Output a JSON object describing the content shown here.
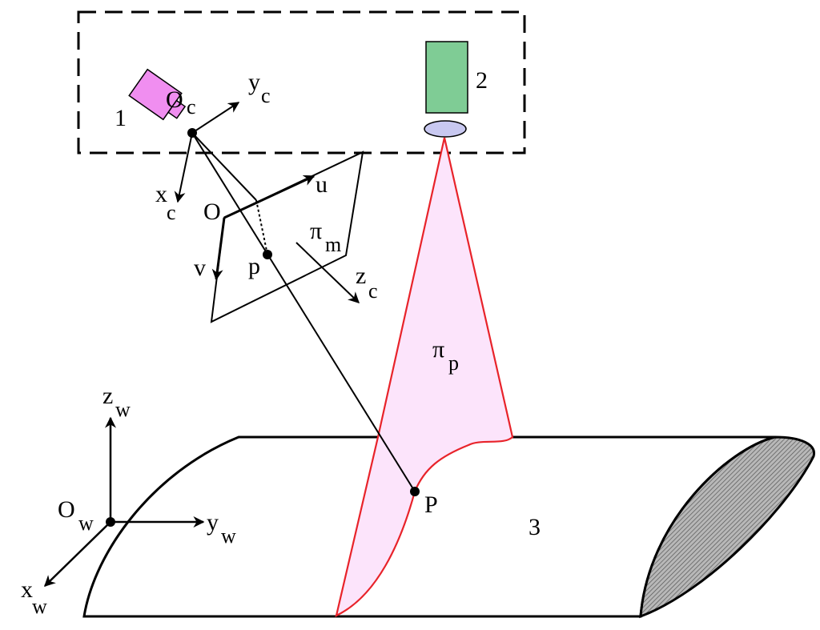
{
  "labels": {
    "camera_id": "1",
    "projector_id": "2",
    "object_id": "3",
    "camera_origin": "O",
    "camera_origin_sub": "c",
    "cam_y": "y",
    "cam_y_sub": "c",
    "cam_x": "x",
    "cam_x_sub": "c",
    "cam_z": "z",
    "cam_z_sub": "c",
    "image_origin": "O",
    "image_u": "u",
    "image_v": "v",
    "image_plane": "π",
    "image_plane_sub": "m",
    "image_point": "p",
    "light_plane": "π",
    "light_plane_sub": "p",
    "world_point": "P",
    "world_origin": "O",
    "world_origin_sub": "w",
    "world_z": "z",
    "world_z_sub": "w",
    "world_y": "y",
    "world_y_sub": "w",
    "world_x": "x",
    "world_x_sub": "w"
  },
  "colors": {
    "camera_fill": "#f08ef0",
    "projector_fill": "#7fcc95",
    "lens_fill": "#c8c8f0",
    "light_plane_fill": "#fce4fb",
    "light_plane_stroke": "#e8232a",
    "object_end_fill": "#b8b8b8"
  }
}
